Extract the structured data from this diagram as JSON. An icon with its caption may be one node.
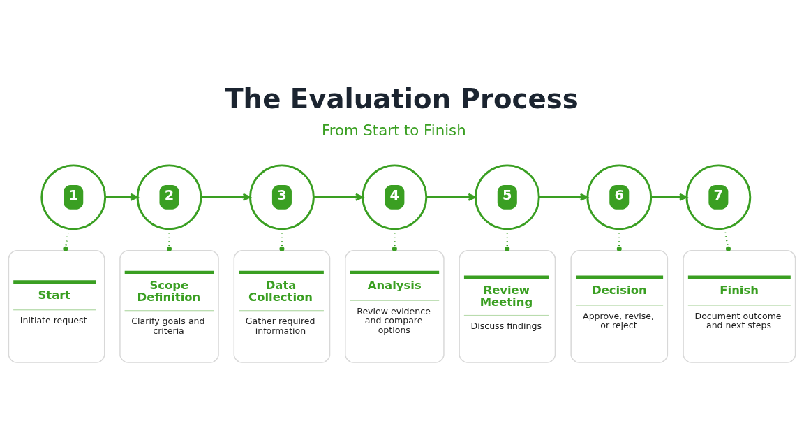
{
  "diagram": {
    "title": "The Evaluation Process",
    "nodes": [
      {
        "text": [
          "1"
        ]
      },
      {
        "text": [
          "2"
        ]
      },
      {
        "text": [
          "3"
        ]
      },
      {
        "text": [
          "4"
        ]
      },
      {
        "text": [
          "5"
        ]
      },
      {
        "text": [
          "6"
        ]
      },
      {
        "text": [
          "7"
        ]
      },
      {
        "text": [
          "Start",
          "Initiate request"
        ]
      },
      {
        "text": [
          "Scope Definition",
          "Clarify goals and criteria"
        ]
      },
      {
        "text": [
          "Data Collection",
          "Gather required information"
        ]
      },
      {
        "text": [
          "Analysis",
          "Review evidence and compare options"
        ]
      },
      {
        "text": [
          "Review Meeting",
          "Discuss findings"
        ]
      },
      {
        "text": [
          "Decision",
          "Approve, revise, or reject"
        ]
      },
      {
        "text": [
          "Finish",
          "Document outcome and next steps"
        ]
      }
    ],
    "edges": [
      {
        "from": 0,
        "to": 1,
        "arrow": "to"
      },
      {
        "from": 1,
        "to": 2,
        "arrow": "to"
      },
      {
        "from": 2,
        "to": 3,
        "arrow": "to"
      },
      {
        "from": 3,
        "to": 4,
        "arrow": "to"
      },
      {
        "from": 4,
        "to": 5,
        "arrow": "to"
      },
      {
        "from": 5,
        "to": 6,
        "arrow": "to"
      },
      {
        "from": 0,
        "to": 7,
        "arrow": "other",
        "style": "dashed"
      },
      {
        "from": 1,
        "to": 8,
        "arrow": "other",
        "style": "dashed"
      },
      {
        "from": 2,
        "to": 9,
        "arrow": "other",
        "style": "dashed"
      },
      {
        "from": 3,
        "to": 10,
        "arrow": "other",
        "style": "dashed"
      },
      {
        "from": 4,
        "to": 11,
        "arrow": "other",
        "style": "dashed"
      },
      {
        "from": 5,
        "to": 12,
        "arrow": "other",
        "style": "dashed"
      },
      {
        "from": 6,
        "to": 13,
        "arrow": "other",
        "style": "dashed"
      }
    ],
    "labels": [
      "From Start to Finish"
    ]
  }
}
